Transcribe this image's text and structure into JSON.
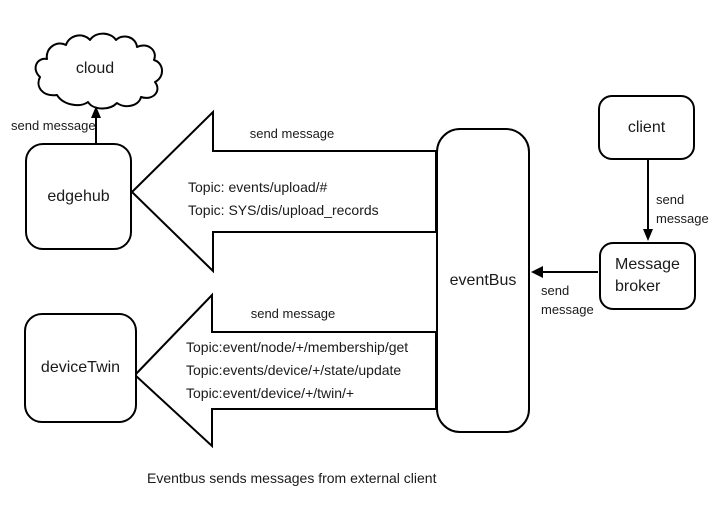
{
  "diagram": {
    "caption": "Eventbus sends messages from external client",
    "nodes": {
      "cloud": {
        "label": "cloud"
      },
      "edgehub": {
        "label": "edgehub"
      },
      "devicetwin": {
        "label": "deviceTwin"
      },
      "eventbus": {
        "label": "eventBus"
      },
      "client": {
        "label": "client"
      },
      "broker": {
        "label": "Message broker"
      }
    },
    "edges": {
      "edgehub_to_cloud": {
        "label": "send message"
      },
      "eventbus_to_edgehub": {
        "label": "send message",
        "topics": [
          "Topic: events/upload/#",
          "Topic: SYS/dis/upload_records"
        ]
      },
      "eventbus_to_devicetwin": {
        "label": "send message",
        "topics": [
          "Topic:event/node/+/membership/get",
          "Topic:events/device/+/state/update",
          "Topic:event/device/+/twin/+"
        ]
      },
      "client_to_broker": {
        "label": "send message"
      },
      "broker_to_eventbus": {
        "label": "send message"
      }
    },
    "colors": {
      "stroke": "#000000",
      "text": "#1a1a1a",
      "background": "#ffffff"
    }
  }
}
